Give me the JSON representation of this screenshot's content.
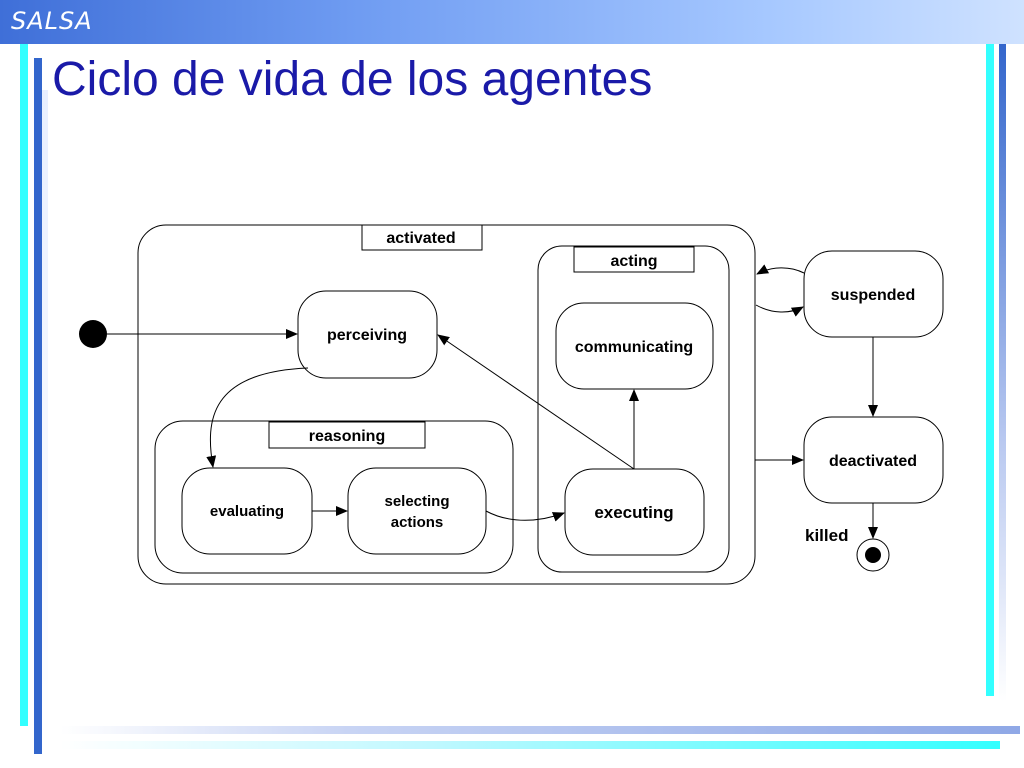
{
  "slide": {
    "brand": "SALSA",
    "title": "Ciclo de vida de los agentes"
  },
  "diagram": {
    "composites": {
      "activated": "activated",
      "acting": "acting",
      "reasoning": "reasoning"
    },
    "states": {
      "perceiving": "perceiving",
      "communicating": "communicating",
      "evaluating": "evaluating",
      "selecting_line1": "selecting",
      "selecting_line2": "actions",
      "executing": "executing",
      "suspended": "suspended",
      "deactivated": "deactivated"
    },
    "transition_labels": {
      "killed": "killed"
    }
  },
  "colors": {
    "title": "#1a1aa8",
    "header_start": "#3f6fd8",
    "header_end": "#cfe2ff",
    "accent_cyan": "#33ffff",
    "accent_blue": "#3366cc"
  }
}
